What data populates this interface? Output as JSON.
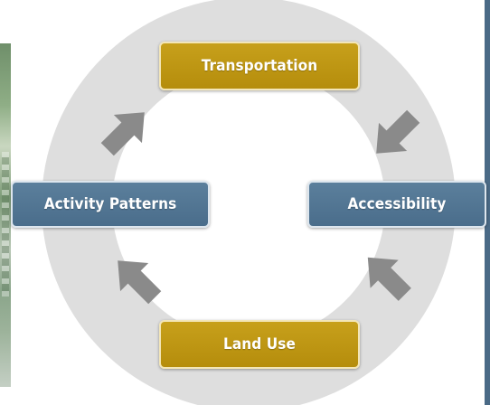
{
  "nodes": {
    "transportation": "Transportation",
    "accessibility": "Accessibility",
    "land_use": "Land Use",
    "activity_patterns": "Activity Patterns"
  },
  "colors": {
    "ring": "#dedede",
    "arrow": "#8a8a8a",
    "gold_box": "#b8900e",
    "blue_box": "#4f7391"
  },
  "arrows": {
    "direction": "clockwise"
  }
}
